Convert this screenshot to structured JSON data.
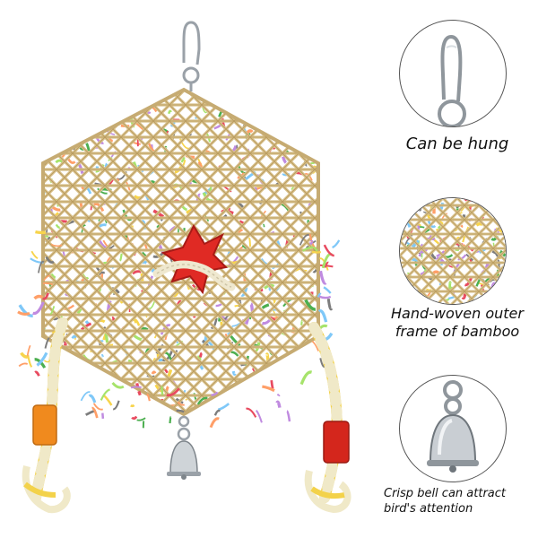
{
  "features": [
    {
      "icon": "carabiner-hook-icon",
      "caption_lines": [
        "Can be hung"
      ]
    },
    {
      "icon": "woven-bamboo-icon",
      "caption_lines": [
        "Hand-woven outer",
        "frame of bamboo"
      ]
    },
    {
      "icon": "bell-icon",
      "caption_lines": [
        "Crisp bell can attract",
        "bird's attention"
      ]
    }
  ],
  "colors": {
    "bamboo": "#d8c08a",
    "bamboo_dark": "#b89a5c",
    "rope": "#f0e9c8",
    "rope_yellow": "#f3d24a",
    "bead_orange": "#f08a1e",
    "bead_red": "#d4261c",
    "star_red": "#e02a24",
    "metal": "#b8bec4"
  },
  "shreds": [
    "#e84a5f",
    "#7fc8f8",
    "#a6e36b",
    "#f7d44c",
    "#c08be0",
    "#ff9f68",
    "#7d7d7d",
    "#4caf50"
  ]
}
